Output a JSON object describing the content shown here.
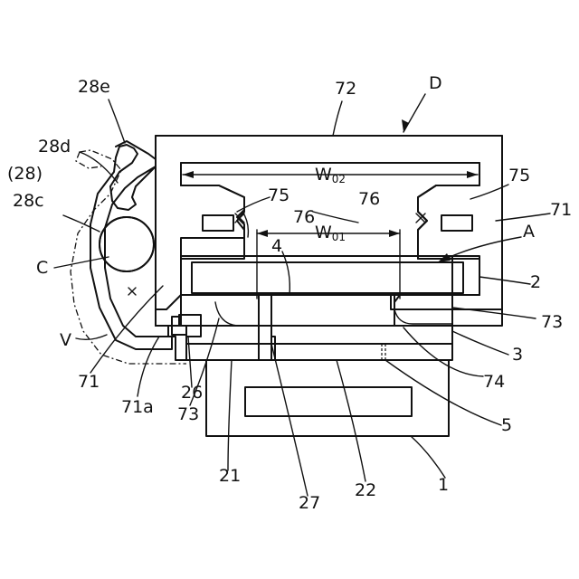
{
  "labels": {
    "l72": "72",
    "lD": "D",
    "l28e": "28e",
    "l28d": "28d",
    "l28p": "(28)",
    "l28c": "28c",
    "lC": "C",
    "lV": "V",
    "l75a": "75",
    "l75b": "75",
    "l76a": "76",
    "l76b": "76",
    "l71r": "71",
    "lA": "A",
    "l2": "2",
    "l4": "4",
    "l73r": "73",
    "l3": "3",
    "l74": "74",
    "l5": "5",
    "l71l": "71",
    "l71a": "71a",
    "l26": "26",
    "l73l": "73",
    "l21": "21",
    "l22": "22",
    "l27": "27",
    "l1": "1"
  },
  "dims": {
    "w02": {
      "base": "W",
      "sub": "02"
    },
    "w01": {
      "base": "W",
      "sub": "01"
    }
  }
}
